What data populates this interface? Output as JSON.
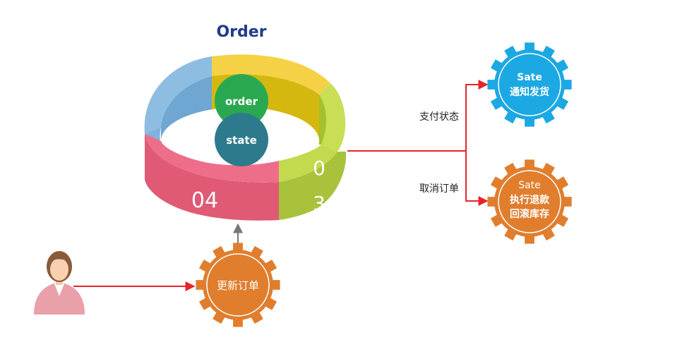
{
  "diagram": {
    "title": "Order",
    "inner_circles": [
      "order",
      "state"
    ],
    "ring_segments": [
      "04",
      "0",
      "3"
    ],
    "edges": {
      "pay": "支付状态",
      "cancel": "取消订单"
    },
    "nodes": {
      "update_order": "更新订单",
      "sate_ship": {
        "title": "Sate",
        "line1": "通知发货"
      },
      "sate_refund": {
        "title": "Sate",
        "line1": "执行退款",
        "line2": "回滚库存"
      }
    },
    "colors": {
      "blue_gear": "#1CA8E3",
      "orange_gear": "#E07E2E",
      "arrow_red": "#E8232A",
      "green_circle": "#2AA850",
      "teal_circle": "#2D7A8C",
      "title": "#1F3C8C"
    },
    "icons": [
      "person-icon",
      "gear-icon"
    ]
  }
}
